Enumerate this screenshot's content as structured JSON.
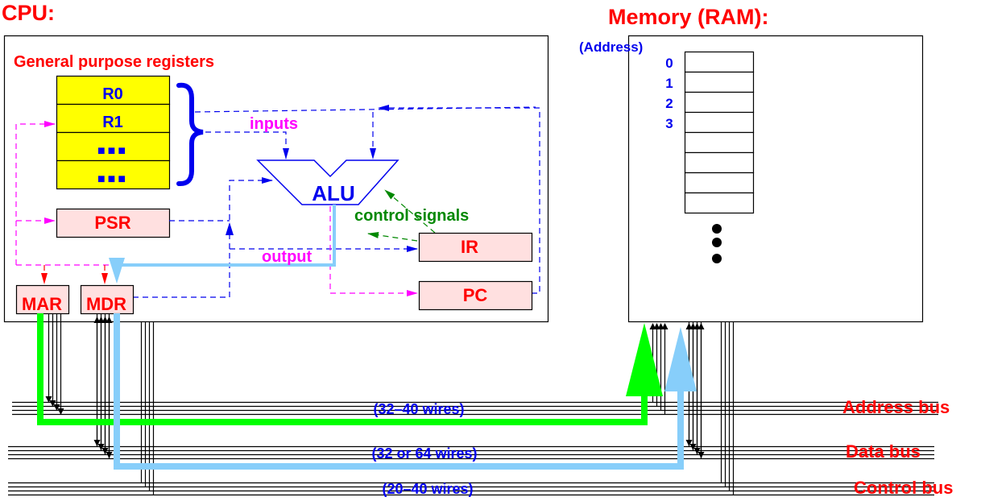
{
  "cpu": {
    "title": "CPU:",
    "gpr_label": "General purpose registers",
    "registers": [
      "R0",
      "R1",
      "■■■",
      "■■■"
    ],
    "alu_label": "ALU",
    "inputs_label": "inputs",
    "output_label": "output",
    "control_signals_label": "control signals",
    "psr": "PSR",
    "ir": "IR",
    "pc": "PC",
    "mar": "MAR",
    "mdr": "MDR"
  },
  "memory": {
    "title": "Memory (RAM):",
    "address_label": "(Address)",
    "addresses": [
      "0",
      "1",
      "2",
      "3"
    ],
    "cell_count": 8,
    "ellipsis_dots": 3
  },
  "buses": [
    {
      "name": "Address bus",
      "wires": "(32–40 wires)",
      "color": "#00ff00"
    },
    {
      "name": "Data bus",
      "wires": "(32 or 64 wires)",
      "color": "#87cefa"
    },
    {
      "name": "Control bus",
      "wires": "(20–40 wires)",
      "color": "#000000"
    }
  ],
  "colors": {
    "title": "#ff0000",
    "register_fill": "#ffff00",
    "special_register_fill": "#ffe0e0",
    "signal_blue": "#0000ee",
    "signal_magenta": "#ff00ff",
    "signal_green": "#008800",
    "address_path": "#00ff00",
    "data_path": "#87cefa"
  }
}
